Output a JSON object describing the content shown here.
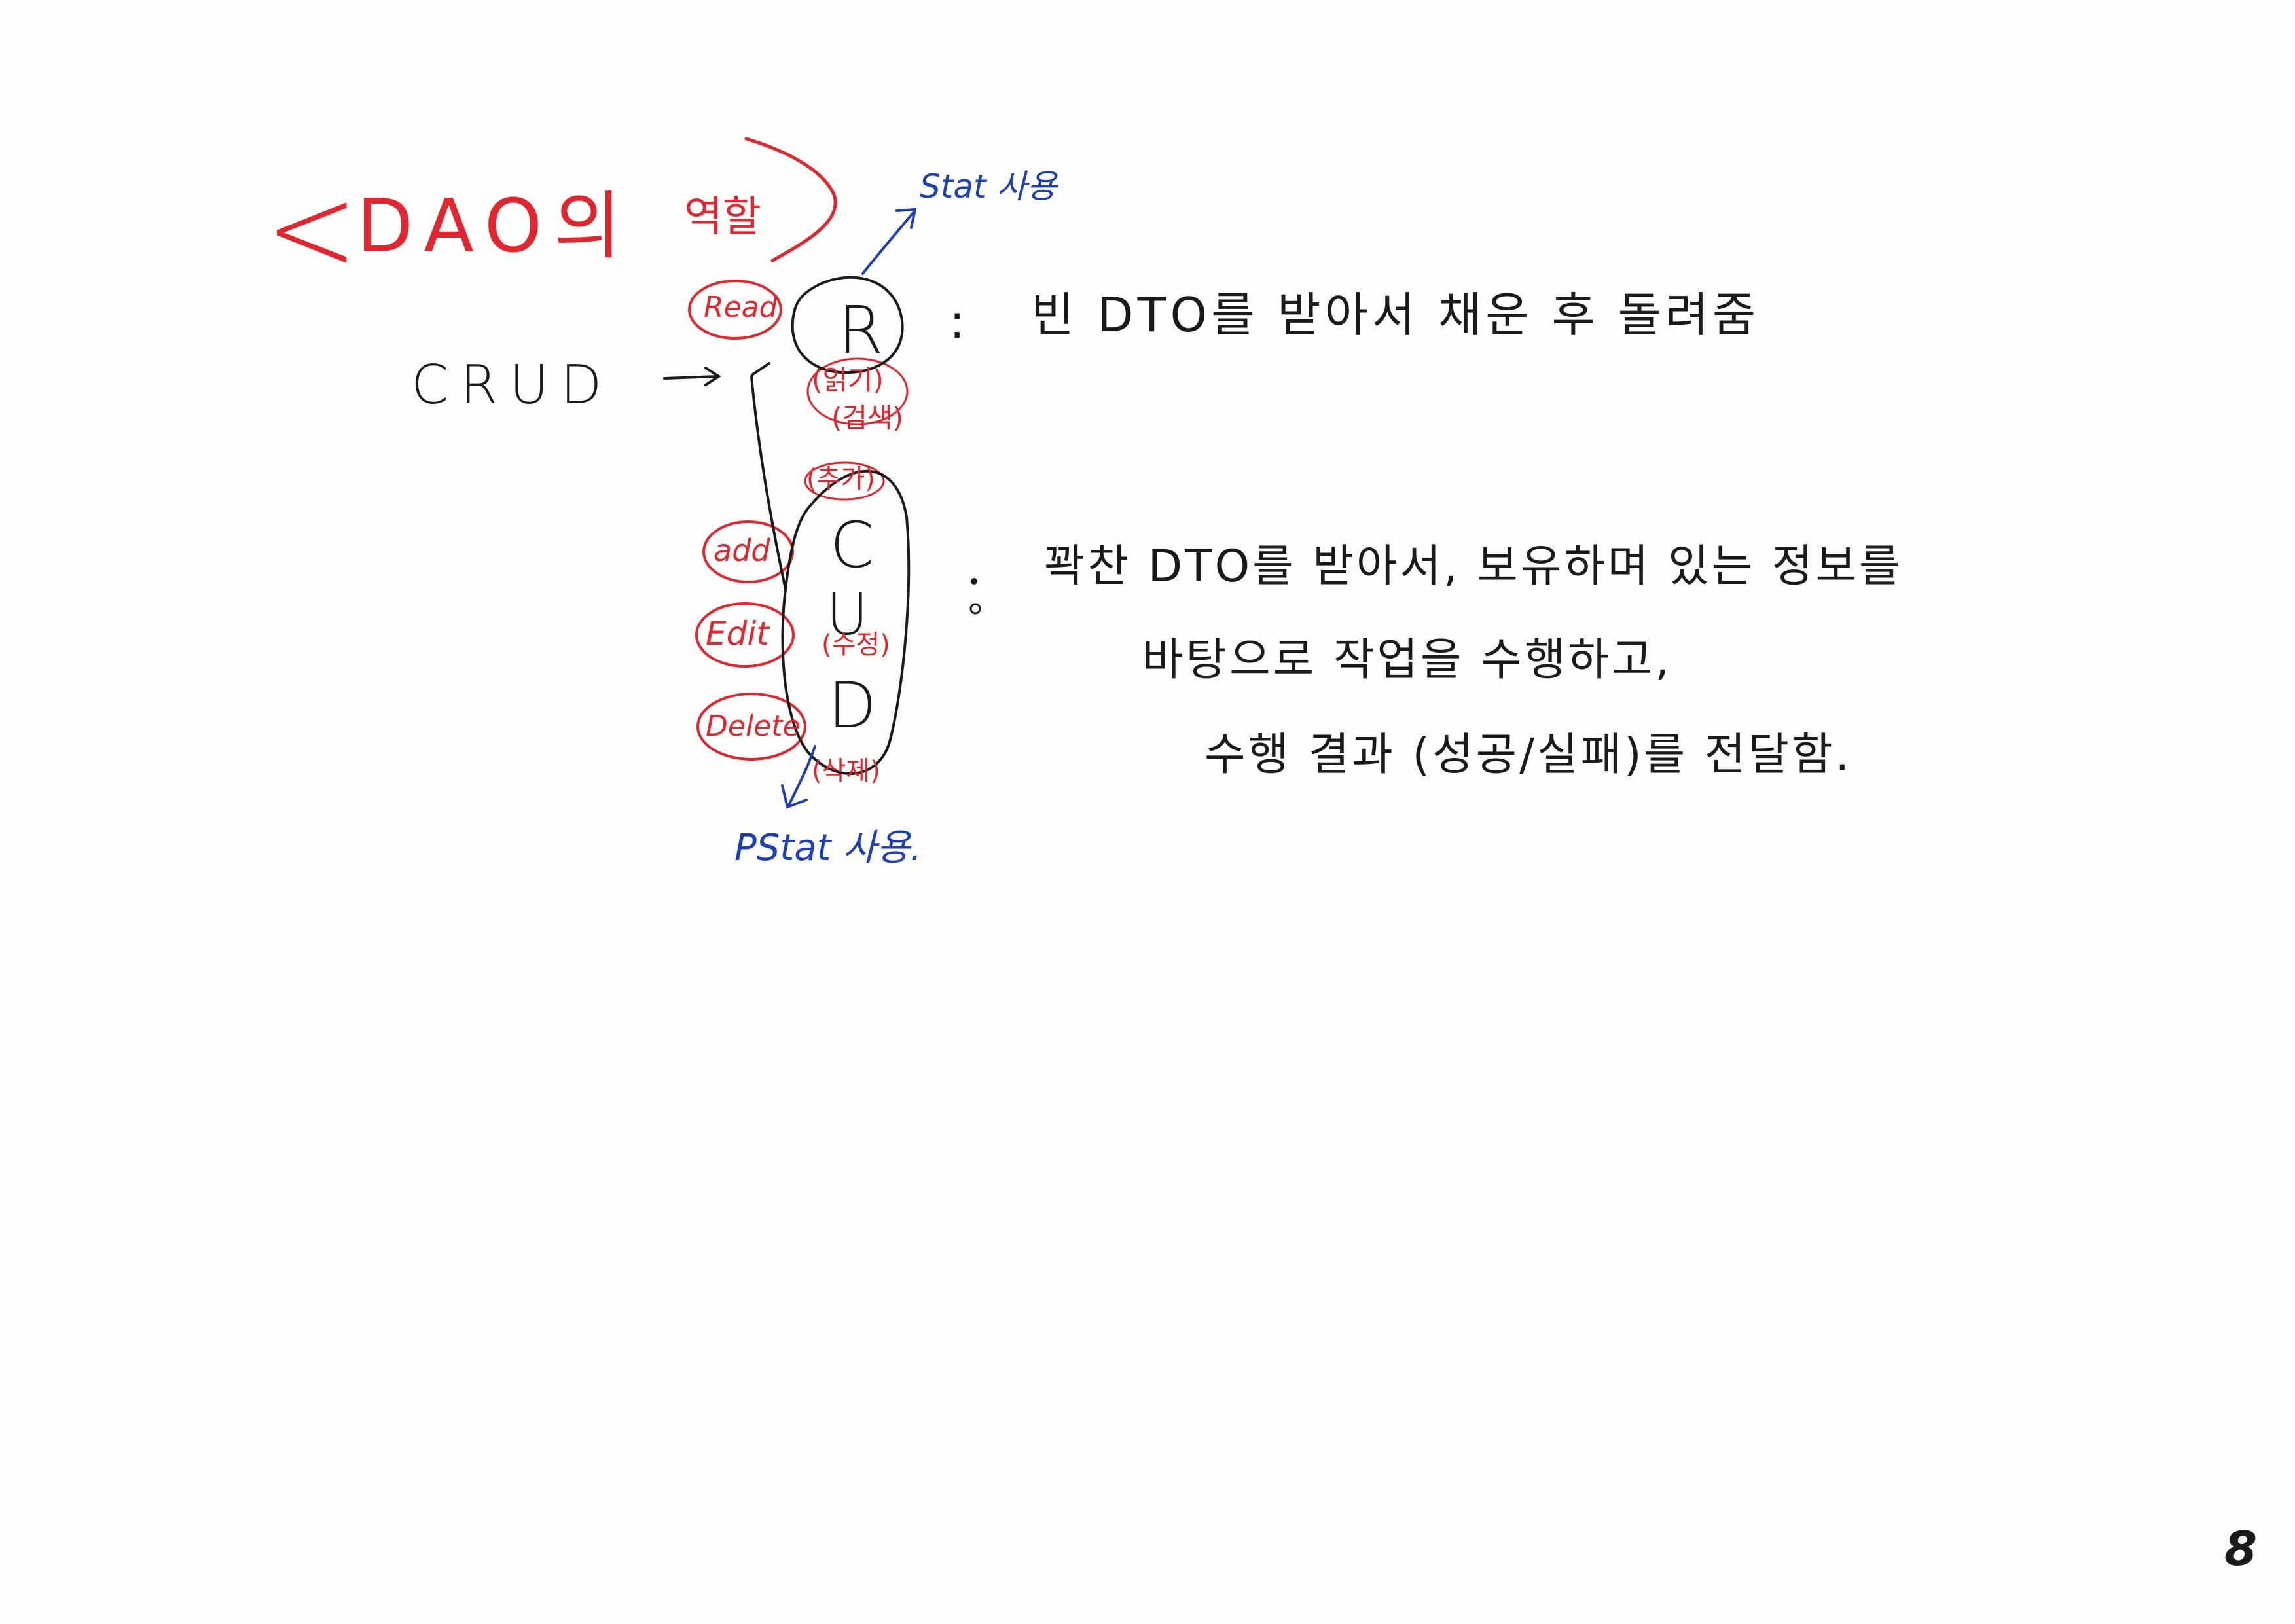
{
  "title": {
    "left_bracket": "<",
    "text": "DAO의",
    "role": "역할",
    "right_bracket": ">"
  },
  "crud": {
    "label": "CRUD",
    "arrow": "→"
  },
  "read": {
    "letter": "R",
    "tag": "Read",
    "paren_1": "(읽기)",
    "paren_2": "(검색)",
    "use_note": "Stat 사용",
    "colon": ":",
    "description": "빈 DTO를 받아서 채운 후 돌려줌"
  },
  "cud": {
    "letter_c": "C",
    "letter_u": "U",
    "letter_d": "D",
    "tag_add": "add",
    "tag_edit": "Edit",
    "tag_delete": "Delete",
    "paren_c": "(추가)",
    "paren_u": "(수정)",
    "paren_d": "(삭제)",
    "use_note": "PStat 사용.",
    "colon": ":",
    "description_line_1": "꽉찬 DTO를 받아서, 보유하며 있는 정보를",
    "description_line_2": "바탕으로 작업을 수행하고,",
    "description_line_3": "수행 결과 (성공/실패)를 전달함."
  },
  "page_number": "8"
}
